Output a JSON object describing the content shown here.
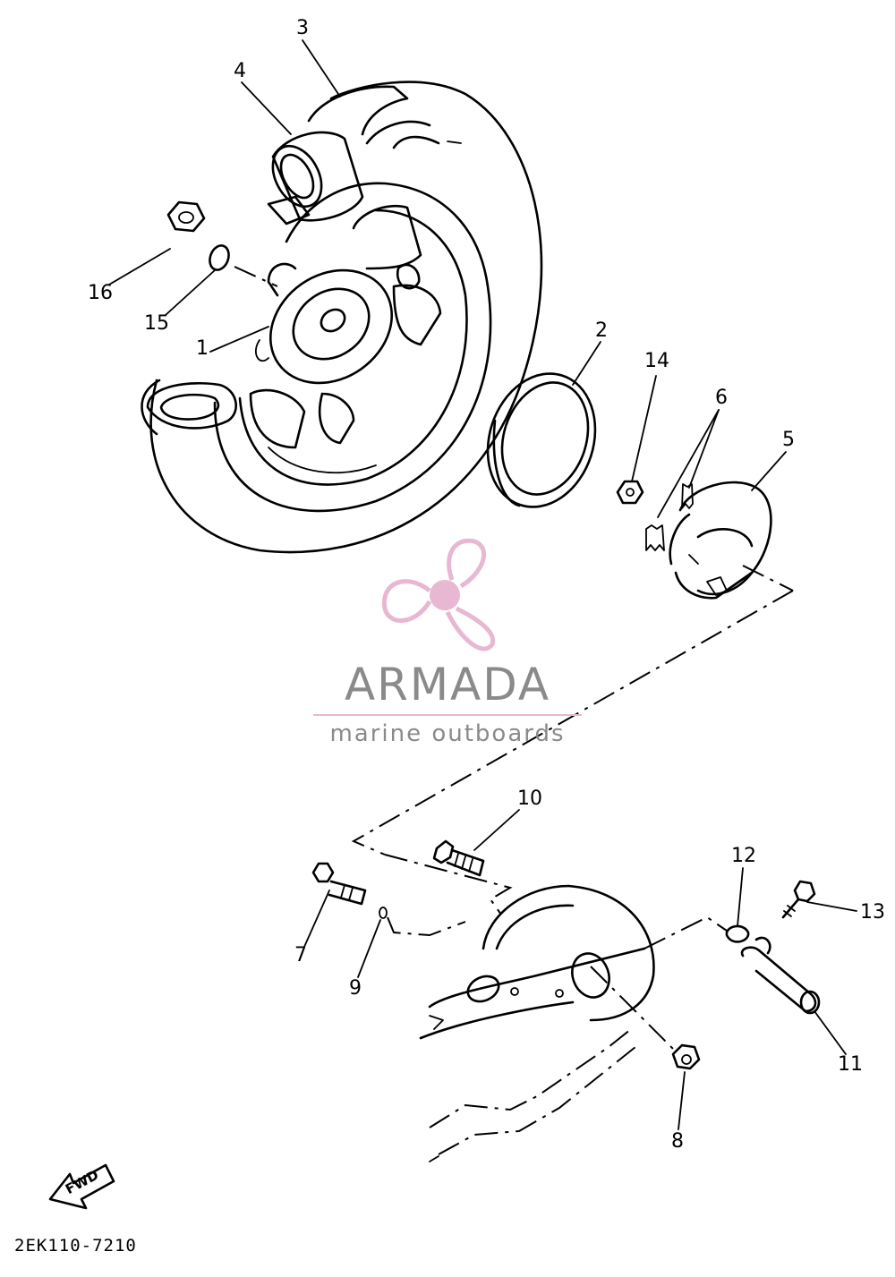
{
  "callouts": [
    {
      "num": "1"
    },
    {
      "num": "2"
    },
    {
      "num": "3"
    },
    {
      "num": "4"
    },
    {
      "num": "5"
    },
    {
      "num": "6"
    },
    {
      "num": "7"
    },
    {
      "num": "8"
    },
    {
      "num": "9"
    },
    {
      "num": "10"
    },
    {
      "num": "11"
    },
    {
      "num": "12"
    },
    {
      "num": "13"
    },
    {
      "num": "14"
    },
    {
      "num": "15"
    },
    {
      "num": "16"
    }
  ],
  "diagram_code": "2EK110-7210",
  "fwd_arrow_label": "FWD",
  "watermark": {
    "brand": "ARMADA",
    "tagline": "marine outboards",
    "logo_color": "#e8b7d2",
    "text_color": "#8a8a8a"
  }
}
